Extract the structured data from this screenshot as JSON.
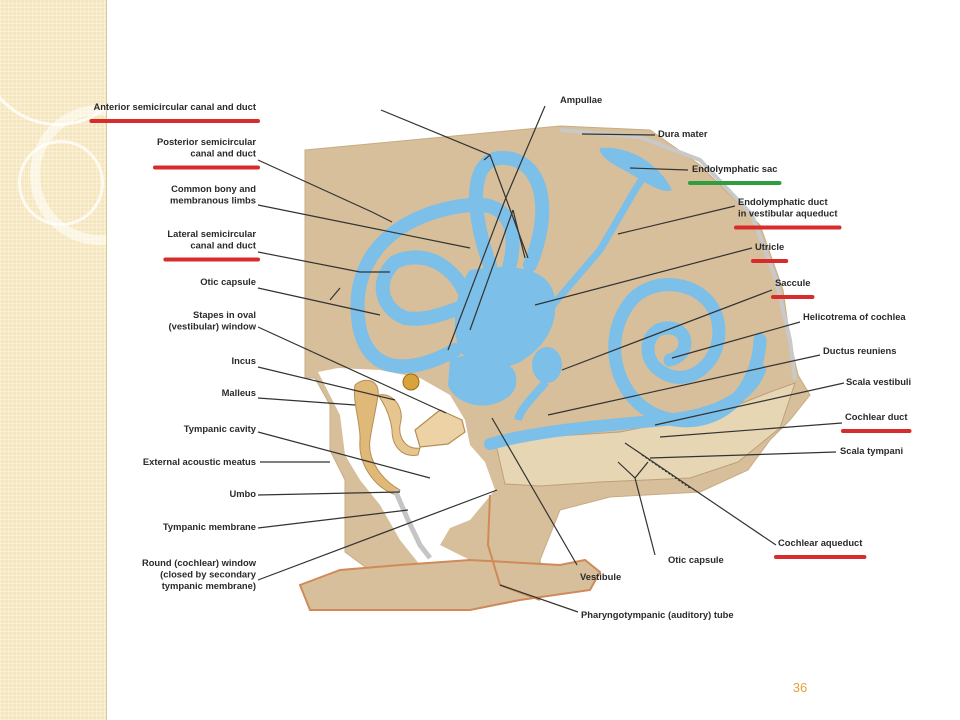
{
  "slide_number": "36",
  "colors": {
    "bone": "#d6bf9a",
    "endolymph": "#7cbfe8",
    "underline_red": "#d82b2b",
    "underline_green": "#2f9e3e",
    "leader": "#333333"
  },
  "labels_left": [
    {
      "id": "anterior",
      "lines": [
        "Anterior semicircular canal and duct"
      ],
      "underline": "red"
    },
    {
      "id": "posterior",
      "lines": [
        "Posterior semicircular",
        "canal and duct"
      ],
      "underline": "red"
    },
    {
      "id": "common",
      "lines": [
        "Common bony and",
        "membranous limbs"
      ],
      "underline": ""
    },
    {
      "id": "lateral",
      "lines": [
        "Lateral semicircular",
        "canal and duct"
      ],
      "underline": "red"
    },
    {
      "id": "otic-capsule-left",
      "lines": [
        "Otic capsule"
      ],
      "underline": ""
    },
    {
      "id": "stapes",
      "lines": [
        "Stapes in oval",
        "(vestibular) window"
      ],
      "underline": ""
    },
    {
      "id": "incus",
      "lines": [
        "Incus"
      ],
      "underline": ""
    },
    {
      "id": "malleus",
      "lines": [
        "Malleus"
      ],
      "underline": ""
    },
    {
      "id": "tympanic-cavity",
      "lines": [
        "Tympanic cavity"
      ],
      "underline": ""
    },
    {
      "id": "external-meatus",
      "lines": [
        "External acoustic meatus"
      ],
      "underline": ""
    },
    {
      "id": "umbo",
      "lines": [
        "Umbo"
      ],
      "underline": ""
    },
    {
      "id": "tympanic-membrane",
      "lines": [
        "Tympanic membrane"
      ],
      "underline": ""
    },
    {
      "id": "round-window",
      "lines": [
        "Round (cochlear) window",
        "(closed by secondary",
        "tympanic membrane)"
      ],
      "underline": ""
    }
  ],
  "labels_right": [
    {
      "id": "dura",
      "lines": [
        "Dura mater"
      ],
      "underline": ""
    },
    {
      "id": "endolymphatic-sac",
      "lines": [
        "Endolymphatic sac"
      ],
      "underline": "green"
    },
    {
      "id": "endolymphatic-duct",
      "lines": [
        "Endolymphatic duct",
        "in vestibular aqueduct"
      ],
      "underline": "red"
    },
    {
      "id": "utricle",
      "lines": [
        "Utricle"
      ],
      "underline": "red"
    },
    {
      "id": "saccule",
      "lines": [
        "Saccule"
      ],
      "underline": "red"
    },
    {
      "id": "helicotrema",
      "lines": [
        "Helicotrema of cochlea"
      ],
      "underline": ""
    },
    {
      "id": "ductus-reuniens",
      "lines": [
        "Ductus reuniens"
      ],
      "underline": ""
    },
    {
      "id": "scala-vestibuli",
      "lines": [
        "Scala vestibuli"
      ],
      "underline": ""
    },
    {
      "id": "cochlear-duct",
      "lines": [
        "Cochlear duct"
      ],
      "underline": "red"
    },
    {
      "id": "scala-tympani",
      "lines": [
        "Scala tympani"
      ],
      "underline": ""
    },
    {
      "id": "cochlear-aqueduct",
      "lines": [
        "Cochlear aqueduct"
      ],
      "underline": "red"
    }
  ],
  "labels_bottom": [
    {
      "id": "ampullae",
      "lines": [
        "Ampullae"
      ],
      "underline": ""
    },
    {
      "id": "otic-capsule-bottom",
      "lines": [
        "Otic capsule"
      ],
      "underline": ""
    },
    {
      "id": "vestibule",
      "lines": [
        "Vestibule"
      ],
      "underline": ""
    },
    {
      "id": "pharyngotympanic",
      "lines": [
        "Pharyngotympanic (auditory) tube"
      ],
      "underline": ""
    }
  ]
}
